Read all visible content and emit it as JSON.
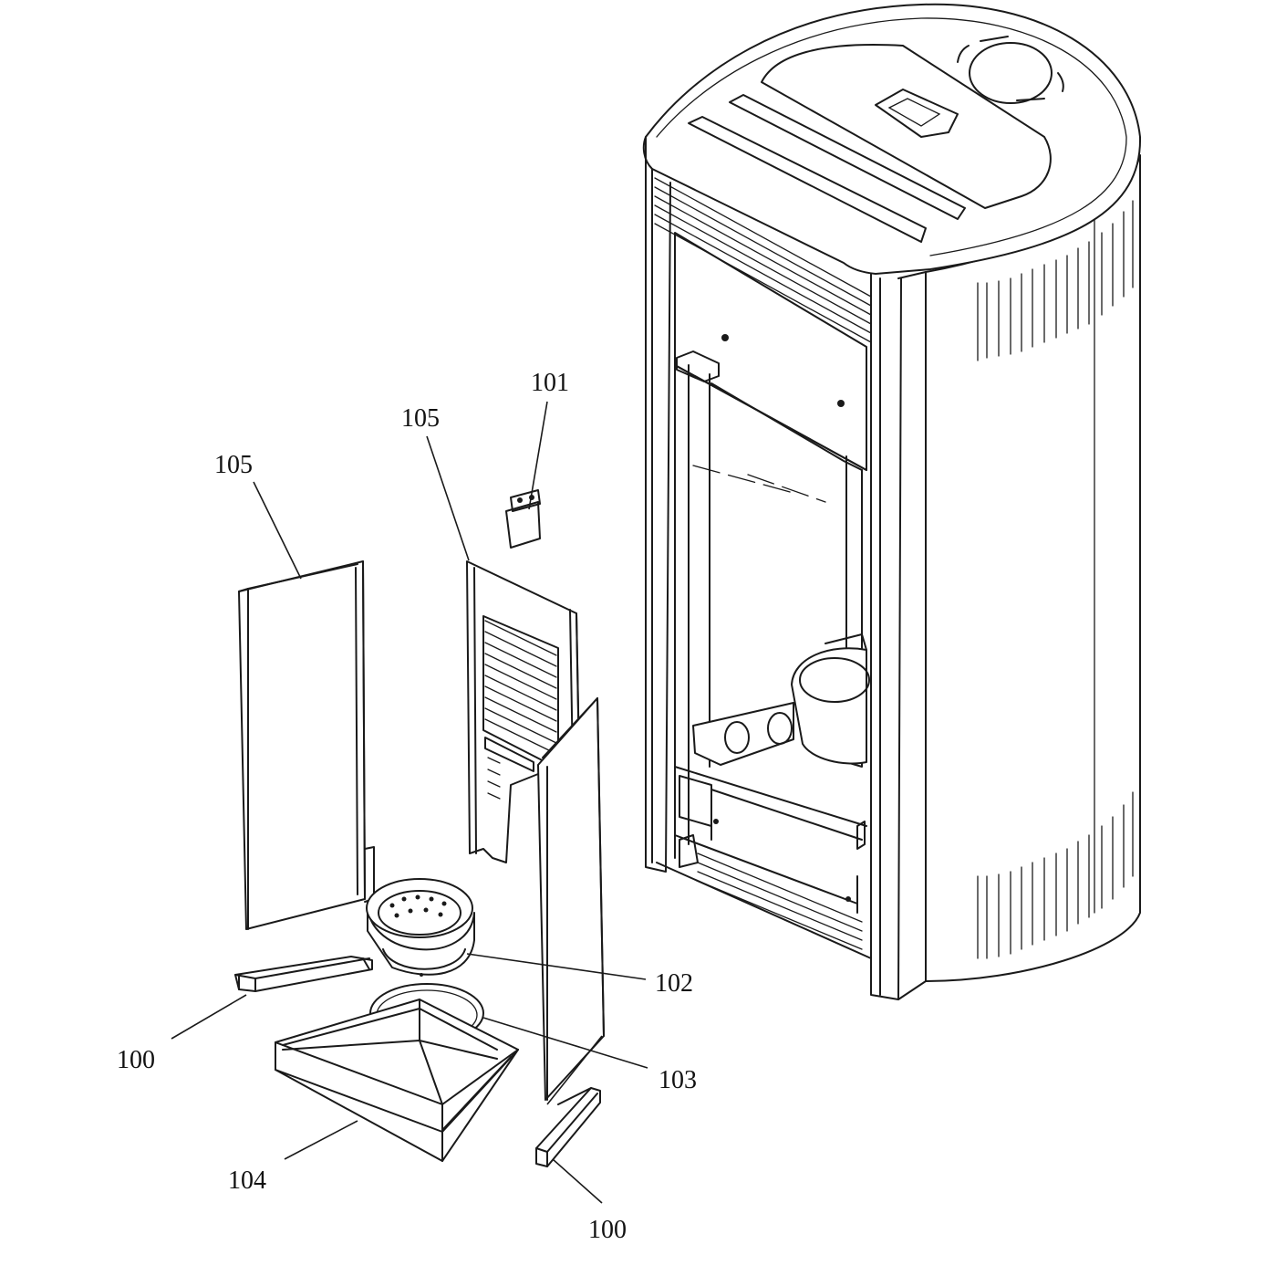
{
  "labels": {
    "part_100_left": "100",
    "part_100_right": "100",
    "part_101": "101",
    "part_102": "102",
    "part_103": "103",
    "part_104": "104",
    "part_105_left": "105",
    "part_105_center": "105"
  },
  "colors": {
    "line": "#1a1a1a",
    "background": "#ffffff"
  }
}
